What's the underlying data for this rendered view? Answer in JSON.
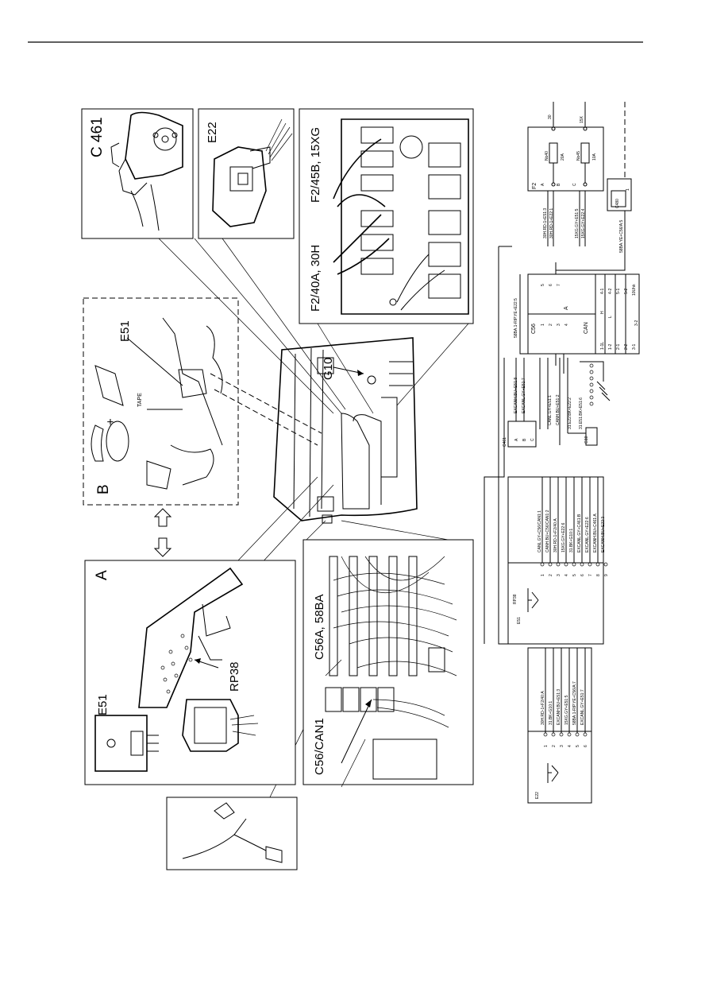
{
  "illustration": {
    "labels": {
      "c461": "C 461",
      "e22": "E22",
      "f2_45b": "F2/45B, 15XG",
      "f2_40a": "F2/40A, 30H",
      "g10": "G10",
      "b": "B",
      "e51_tape": "E51",
      "tape": "TAPE",
      "plus": "+",
      "a": "A",
      "e51": "E51",
      "rp38": "RP38",
      "c56a": "C56A, 58BA",
      "c56can": "C56/CAN1"
    }
  },
  "schematic": {
    "e22": {
      "title": "E22",
      "pins": [
        "1",
        "2",
        "3",
        "4",
        "5",
        "6"
      ],
      "wires": [
        "30H.RD-1+F2/40:A",
        "31.BK+G10:1",
        "EXCANH.BU+E51:3",
        "15XG.GY+E51:5",
        "58BA.1-RIP.YE+C56/A:7",
        "EXCANL.GY+E51:7"
      ]
    },
    "e51": {
      "title": "E51",
      "sub": "RP38",
      "pins": [
        "1",
        "2",
        "3",
        "4",
        "5",
        "6",
        "7",
        "8",
        "9"
      ],
      "wires": [
        "CANL.GY+C56/CAN1:1",
        "CANH.BU+C56/CAN1:2",
        "30H.RD-1+F2/40:A",
        "15XG.GY+E22:6",
        "31.BK+G10:1",
        "EXCANL.GY+C461:B",
        "EXCANL.GY+E22:6",
        "EXCANH.BU+C461:A",
        "EXCANH.BU+E22:3"
      ]
    },
    "c461": {
      "title": "C461",
      "pins": [
        "A",
        "B",
        "C"
      ],
      "wires": [
        "EXCANH.BU+E51:8",
        "EXCANL.GY+E51:7"
      ]
    },
    "g10": {
      "title": "G10",
      "wires": [
        "31.E22:BK+E22:2",
        "31.E51.BK+E51:6"
      ]
    },
    "c56": {
      "title": "C56",
      "sections": [
        "A",
        "CAN"
      ],
      "a_pins": [
        "1",
        "2",
        "3",
        "4",
        "5",
        "6",
        "7"
      ],
      "can_pins": [
        "1-1L",
        "1-2",
        "2-1",
        "2-2",
        "3-1",
        "3-2",
        "4-1",
        "4-2",
        "5-1",
        "5-2"
      ],
      "can_h": "H",
      "can_l": "L",
      "extra": "10Uhk",
      "wires": [
        "58BA.1-RIP.YE+E22:5",
        "CANL.GY+E51:1",
        "CANH.BU+E51:2"
      ]
    },
    "f2": {
      "title": "F2",
      "fuses": [
        {
          "name": "No40",
          "rating": "20A",
          "top": "30"
        },
        {
          "name": "No45",
          "rating": "10A",
          "top": "15X"
        }
      ],
      "pins": [
        "A",
        "B",
        "C"
      ],
      "wires": [
        "30H.RD-1+E51:3",
        "30H.RD-1+E22:1",
        "15XG.GY+E51:5",
        "15XG.GY+E22:4"
      ]
    },
    "c480": {
      "title": "C480",
      "pin": "1",
      "wire": "58BA.YE+C56/A:5"
    }
  }
}
